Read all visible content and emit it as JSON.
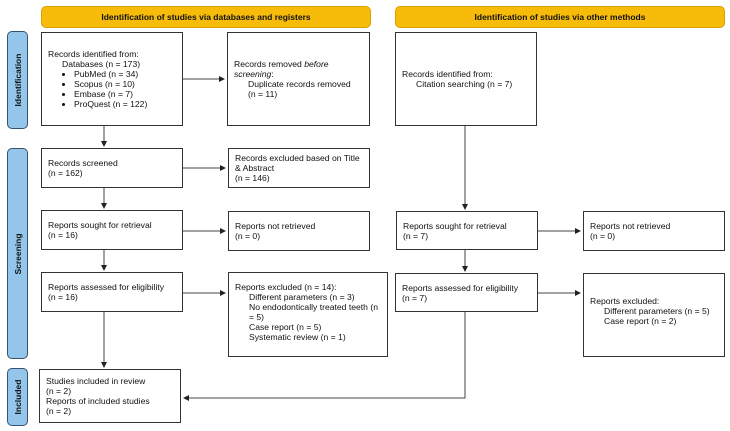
{
  "headers": {
    "left": "Identification of studies via databases and registers",
    "right": "Identification of studies via other methods"
  },
  "phases": [
    "Identification",
    "Screening",
    "Included"
  ],
  "colors": {
    "header": "#f7bc0a",
    "phase": "#93c6ea",
    "border": "#333333"
  },
  "left": {
    "identified": {
      "title": "Records identified from:",
      "databases": "Databases (n = 173)",
      "items": [
        "PubMed (n = 34)",
        "Scopus (n = 10)",
        "Embase (n = 7)",
        "ProQuest (n = 122)"
      ]
    },
    "removed": {
      "title_a": "Records removed ",
      "title_em": "before screening",
      "title_b": ":",
      "line": "Duplicate records removed",
      "n": "(n = 11)"
    },
    "screened": {
      "title": "Records screened",
      "n": "(n = 162)"
    },
    "excluded_ta": {
      "title": "Records excluded based on Title & Abstract",
      "n": "(n = 146)"
    },
    "sought": {
      "title": "Reports sought for retrieval",
      "n": "(n = 16)"
    },
    "not_retrieved": {
      "title": "Reports not retrieved",
      "n": "(n = 0)"
    },
    "assessed": {
      "title": "Reports assessed for eligibility",
      "n": "(n = 16)"
    },
    "excluded": {
      "title": "Reports excluded (n = 14):",
      "items": [
        "Different parameters (n = 3)",
        "No endodontically treated teeth (n = 5)",
        "Case report (n = 5)",
        "Systematic review (n = 1)"
      ]
    },
    "included": {
      "l1": "Studies included in review",
      "l2": "(n = 2)",
      "l3": "Reports of included studies",
      "l4": "(n = 2)"
    }
  },
  "right": {
    "identified": {
      "title": "Records identified from:",
      "line": "Citation searching (n = 7)"
    },
    "sought": {
      "title": "Reports sought for retrieval",
      "n": "(n = 7)"
    },
    "not_retrieved": {
      "title": "Reports not retrieved",
      "n": "(n = 0)"
    },
    "assessed": {
      "title": "Reports assessed for eligibility",
      "n": "(n = 7)"
    },
    "excluded": {
      "title": "Reports excluded:",
      "items": [
        "Different parameters (n = 5)",
        "Case report (n = 2)"
      ]
    }
  }
}
